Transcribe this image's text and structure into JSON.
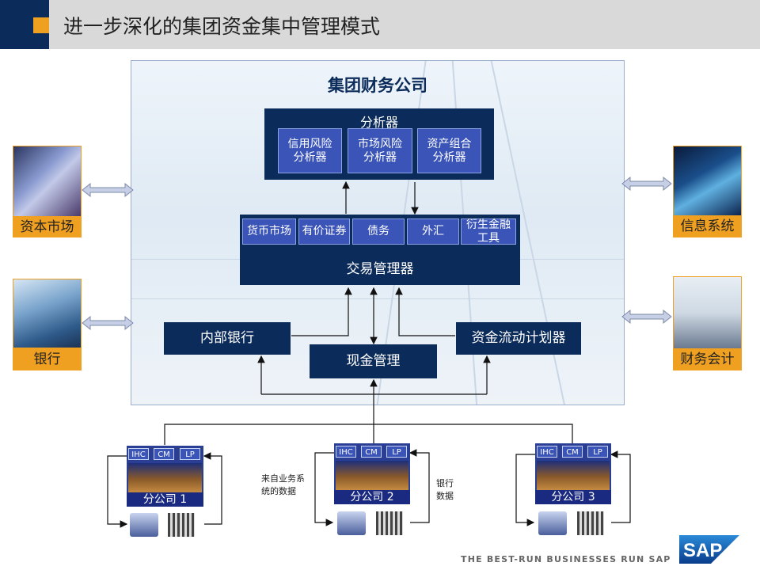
{
  "header": {
    "title": "进一步深化的集团资金集中管理模式"
  },
  "diagram": {
    "title": "集团财务公司",
    "analyzer": {
      "title": "分析器",
      "items": [
        "信用风险\n分析器",
        "市场风险\n分析器",
        "资产组合\n分析器"
      ]
    },
    "trade": {
      "title": "交易管理器",
      "items": [
        "货币市场",
        "有价证券",
        "债务",
        "外汇",
        "衍生金融\n工具"
      ]
    },
    "internal_bank": "内部银行",
    "cash_mgmt": "现金管理",
    "cash_flow_planner": "资金流动计划器",
    "left_systems": [
      "资本市场",
      "银行"
    ],
    "right_systems": [
      "信息系统",
      "财务会计"
    ],
    "subsidiaries": [
      {
        "label": "分公司 1",
        "chips": [
          "IHC",
          "CM",
          "LP"
        ]
      },
      {
        "label": "分公司 2",
        "chips": [
          "IHC",
          "CM",
          "LP"
        ]
      },
      {
        "label": "分公司 3",
        "chips": [
          "IHC",
          "CM",
          "LP"
        ]
      }
    ],
    "note_business": "来自业务系\n统的数据",
    "note_bank": "银行\n数据"
  },
  "footer": {
    "tagline": "THE BEST-RUN BUSINESSES RUN SAP",
    "logo": "SAP"
  }
}
